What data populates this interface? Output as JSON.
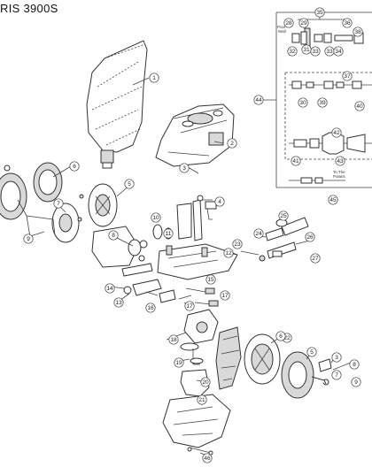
{
  "title": "RIS 3900S",
  "callouts": [
    {
      "n": "1"
    },
    {
      "n": "2"
    },
    {
      "n": "3"
    },
    {
      "n": "4"
    },
    {
      "n": "5"
    },
    {
      "n": "6"
    },
    {
      "n": "7"
    },
    {
      "n": "8"
    },
    {
      "n": "9"
    },
    {
      "n": "10"
    },
    {
      "n": "11"
    },
    {
      "n": "12"
    },
    {
      "n": "13"
    },
    {
      "n": "14"
    },
    {
      "n": "15"
    },
    {
      "n": "16"
    },
    {
      "n": "17"
    },
    {
      "n": "17"
    },
    {
      "n": "18"
    },
    {
      "n": "19"
    },
    {
      "n": "20"
    },
    {
      "n": "21"
    },
    {
      "n": "22"
    },
    {
      "n": "23"
    },
    {
      "n": "24"
    },
    {
      "n": "25"
    },
    {
      "n": "26"
    },
    {
      "n": "27"
    },
    {
      "n": "28"
    },
    {
      "n": "29"
    },
    {
      "n": "30"
    },
    {
      "n": "31"
    },
    {
      "n": "32"
    },
    {
      "n": "33"
    },
    {
      "n": "33"
    },
    {
      "n": "34"
    },
    {
      "n": "35"
    },
    {
      "n": "36"
    },
    {
      "n": "37"
    },
    {
      "n": "38"
    },
    {
      "n": "39"
    },
    {
      "n": "40"
    },
    {
      "n": "41"
    },
    {
      "n": "42"
    },
    {
      "n": "43"
    },
    {
      "n": "44"
    },
    {
      "n": "45"
    },
    {
      "n": "46"
    },
    {
      "n": "3"
    },
    {
      "n": "5"
    },
    {
      "n": "6"
    },
    {
      "n": "7"
    },
    {
      "n": "8"
    },
    {
      "n": "9"
    }
  ],
  "notes": {
    "pool_wall": "Pool\nWall",
    "to_polaris": "To The\nPolaris"
  }
}
